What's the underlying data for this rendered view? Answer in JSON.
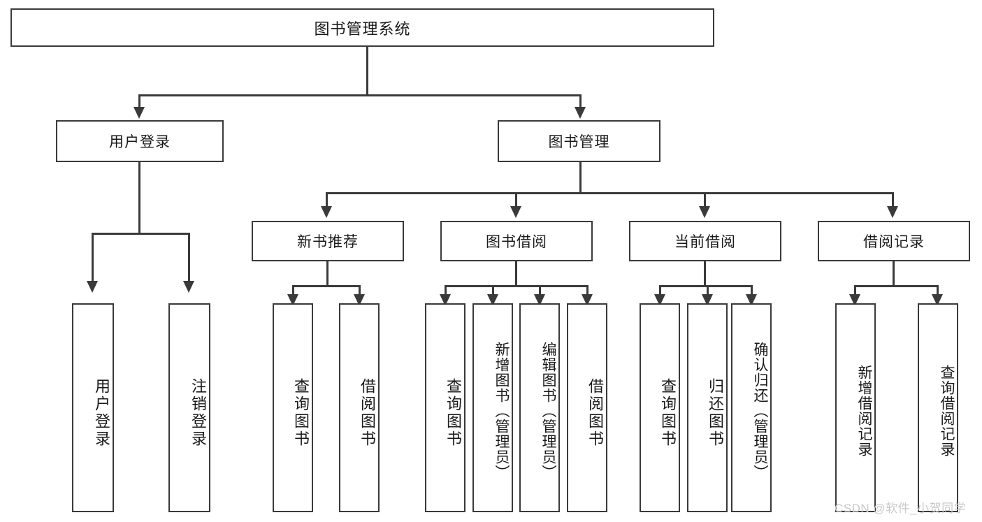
{
  "diagram": {
    "type": "hierarchy-tree",
    "title": "图书管理系统",
    "watermark": "CSDN @软件_小贺同学",
    "levels": [
      {
        "level": 1,
        "nodes": [
          {
            "id": "root",
            "label": "图书管理系统"
          }
        ]
      },
      {
        "level": 2,
        "nodes": [
          {
            "id": "user-login",
            "label": "用户登录",
            "parent": "root"
          },
          {
            "id": "book-mgmt",
            "label": "图书管理",
            "parent": "root"
          }
        ]
      },
      {
        "level": 3,
        "nodes": [
          {
            "id": "new-book-rec",
            "label": "新书推荐",
            "parent": "book-mgmt"
          },
          {
            "id": "book-borrow",
            "label": "图书借阅",
            "parent": "book-mgmt"
          },
          {
            "id": "current-borrow",
            "label": "当前借阅",
            "parent": "book-mgmt"
          },
          {
            "id": "borrow-record",
            "label": "借阅记录",
            "parent": "book-mgmt"
          }
        ]
      },
      {
        "level": 4,
        "nodes": [
          {
            "id": "leaf-user-login",
            "label": "用户登录",
            "parent": "user-login"
          },
          {
            "id": "leaf-user-logout",
            "label": "注销登录",
            "parent": "user-login"
          },
          {
            "id": "leaf-query-book-1",
            "label": "查询图书",
            "parent": "new-book-rec"
          },
          {
            "id": "leaf-borrow-book-1",
            "label": "借阅图书",
            "parent": "new-book-rec"
          },
          {
            "id": "leaf-query-book-2",
            "label": "查询图书",
            "parent": "book-borrow"
          },
          {
            "id": "leaf-add-book",
            "label": "新增图书（管理员）",
            "parent": "book-borrow"
          },
          {
            "id": "leaf-edit-book",
            "label": "编辑图书（管理员）",
            "parent": "book-borrow"
          },
          {
            "id": "leaf-borrow-book-2",
            "label": "借阅图书",
            "parent": "book-borrow"
          },
          {
            "id": "leaf-query-book-3",
            "label": "查询图书",
            "parent": "current-borrow"
          },
          {
            "id": "leaf-return-book",
            "label": "归还图书",
            "parent": "current-borrow"
          },
          {
            "id": "leaf-confirm-return",
            "label": "确认归还（管理员）",
            "parent": "current-borrow"
          },
          {
            "id": "leaf-add-record",
            "label": "新增借阅记录",
            "parent": "borrow-record"
          },
          {
            "id": "leaf-query-record",
            "label": "查询借阅记录",
            "parent": "borrow-record"
          }
        ]
      }
    ]
  },
  "colors": {
    "box_border": "#3a3a3a",
    "box_fill": "#ffffff",
    "line": "#3a3a3a",
    "text": "#1a1a1a",
    "watermark": "#c9c9c9"
  }
}
